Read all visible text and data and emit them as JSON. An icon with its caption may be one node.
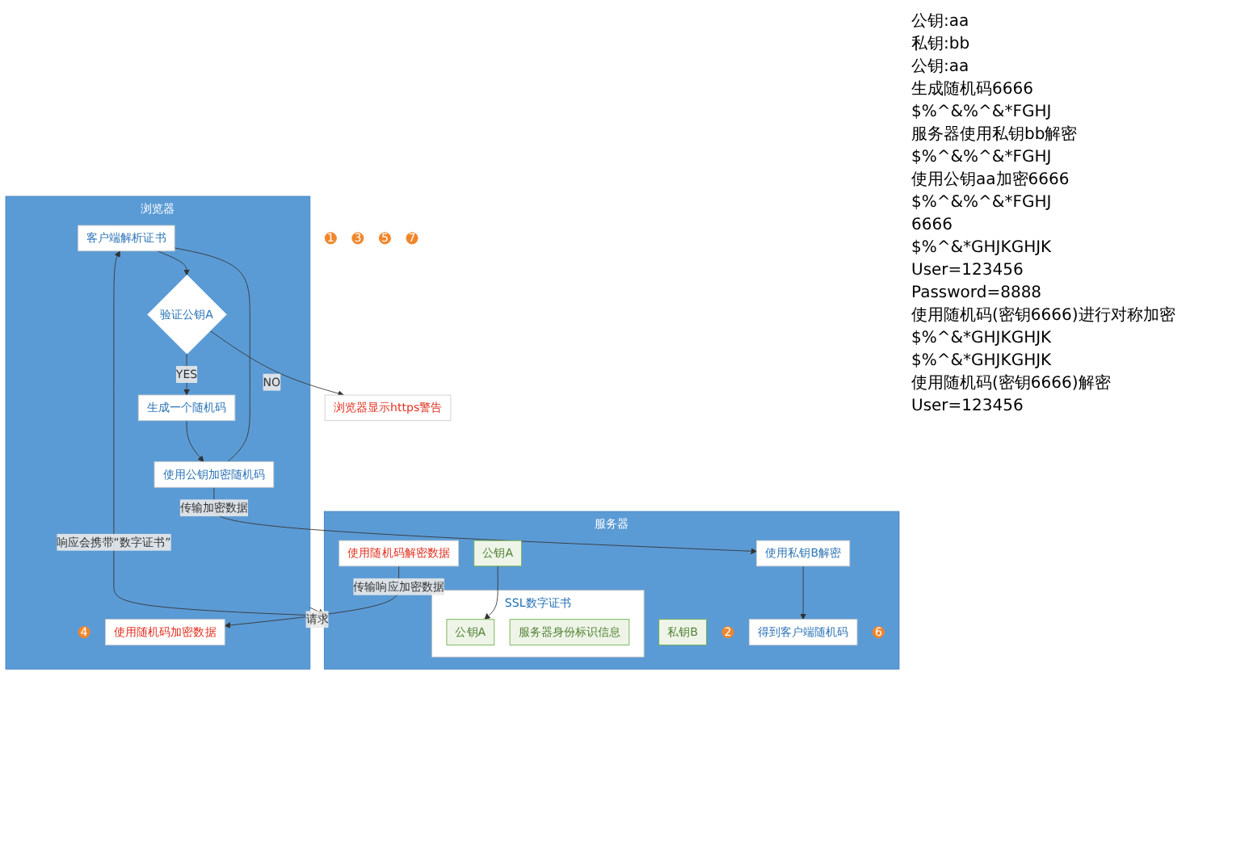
{
  "diagram": {
    "nodes": [
      {
        "text": [
          "浏览器"
        ]
      },
      {
        "text": [
          "1"
        ]
      },
      {
        "text": [
          "服务器"
        ]
      },
      {
        "text": [
          "SSL数字证书"
        ],
        "in": 2
      },
      {
        "text": [
          "公钥A"
        ],
        "in": 3
      },
      {
        "text": [
          "服务器身份标识信息"
        ],
        "in": 3
      },
      {
        "text": [
          "公钥A"
        ],
        "in": 2
      },
      {
        "text": [
          "私钥B"
        ],
        "in": 2
      },
      {
        "text": [
          "客户端解析证书"
        ],
        "in": 0
      },
      {
        "text": [
          "3"
        ]
      },
      {
        "text": [
          "验证公钥A"
        ],
        "in": 0
      },
      {
        "text": [
          "浏览器显示https警告"
        ]
      },
      {
        "text": [
          "4"
        ],
        "in": 0
      },
      {
        "text": [
          "2"
        ],
        "in": 2
      },
      {
        "text": [
          "生成一个随机码"
        ],
        "in": 0
      },
      {
        "text": [
          "5"
        ]
      },
      {
        "text": [
          "使用公钥加密随机码"
        ],
        "in": 0
      },
      {
        "text": [
          "使用私钥B解密"
        ],
        "in": 2
      },
      {
        "text": [
          "得到客户端随机码"
        ],
        "in": 2
      },
      {
        "text": [
          "6"
        ],
        "in": 2
      },
      {
        "text": [
          "使用随机码加密数据"
        ],
        "in": 0
      },
      {
        "text": [
          "7"
        ]
      },
      {
        "text": [
          "使用随机码解密数据"
        ],
        "in": 2
      }
    ],
    "edges": [
      {
        "from": 0,
        "to": 2,
        "arrow": "to",
        "label": "请求"
      },
      {
        "from": 2,
        "to": 8,
        "arrow": "to",
        "label": "响应会携带“数字证书”"
      },
      {
        "from": 6,
        "to": 4,
        "arrow": "to"
      },
      {
        "from": 8,
        "to": 10,
        "arrow": "to"
      },
      {
        "from": 10,
        "to": 11,
        "arrow": "to",
        "label": "NO"
      },
      {
        "from": 10,
        "to": 14,
        "arrow": "to",
        "label": "YES"
      },
      {
        "from": 14,
        "to": 16,
        "arrow": "to"
      },
      {
        "from": 8,
        "to": 16,
        "arrow": "none"
      },
      {
        "from": 16,
        "to": 17,
        "arrow": "to",
        "label": "传输加密数据"
      },
      {
        "from": 17,
        "to": 18,
        "arrow": "to"
      },
      {
        "from": 22,
        "to": 20,
        "arrow": "to",
        "label": "传输响应加密数据"
      }
    ],
    "labels": [
      "公钥:aa",
      "私钥:bb",
      "公钥:aa",
      "生成随机码6666",
      "$%^&%^&*FGHJ",
      "服务器使用私钥bb解密",
      "$%^&%^&*FGHJ",
      "使用公钥aa加密6666",
      "$%^&%^&*FGHJ",
      "6666",
      "$%^&*GHJKGHJK",
      "User=123456",
      "Password=8888",
      "使用随机码(密钥6666)进行对称加密",
      "$%^&*GHJKGHJK",
      "$%^&*GHJKGHJK",
      "使用随机码(密钥6666)解密",
      "User=123456"
    ]
  }
}
